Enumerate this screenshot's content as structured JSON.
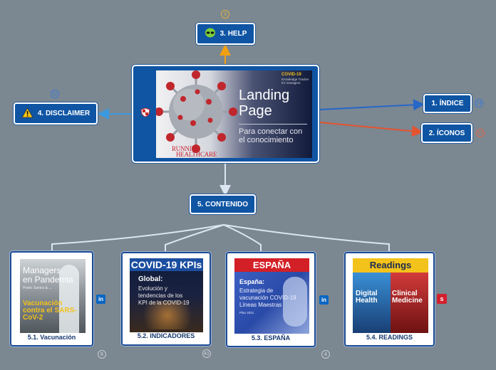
{
  "colors": {
    "background": "#7b8791",
    "node": "#0f55a4",
    "help_link": "#f2a012",
    "indice_link": "#2667c7",
    "iconos_link": "#e5532f",
    "disclaimer_link": "#3d9ae0",
    "tree_link": "#dbe6f2"
  },
  "center": {
    "hero": {
      "title_line1": "Landing",
      "title_line2": "Page",
      "subtitle_line1": "Para conectar con",
      "subtitle_line2": "el conocimiento",
      "corner_title": "COVID-19",
      "corner_text": "Knowledge Tracker for managers",
      "brand_line1": "RUNNING",
      "brand_line2": "HEALTHCARE"
    }
  },
  "help": {
    "label": "3. HELP",
    "icon": "alien-icon",
    "count": "3"
  },
  "disclaimer": {
    "label": "4. DISCLAIMER",
    "icon": "warning-icon",
    "count": "11"
  },
  "indice": {
    "label": "1. ÍNDICE",
    "count": "24"
  },
  "iconos": {
    "label": "2. ÍCONOS",
    "count": "21"
  },
  "contenido": {
    "label": "5. CONTENIDO"
  },
  "cards": [
    {
      "label": "5.1. Vacunación",
      "count": "8",
      "side_icon": "linkedin-icon",
      "img_title_line1": "Managers",
      "img_title_line2": "en Pandemia",
      "img_small": "Pedro Santos & ...",
      "img_sub_line1": "Vacunación",
      "img_sub_line2": "contra el SARS-",
      "img_sub_line3": "CoV-2"
    },
    {
      "label": "5.2. INDICADORES",
      "count": "41",
      "side_icon": "",
      "img_title": "COVID-19 KPIs",
      "img_sub_title": "Global:",
      "img_text_line1": "Evolución y",
      "img_text_line2": "tendencias de los",
      "img_text_line3": "KPI de la COVID-19"
    },
    {
      "label": "5.3. ESPAÑA",
      "count": "4",
      "side_icon": "linkedin-icon",
      "img_title": "ESPAÑA",
      "img_sub_title": "España:",
      "img_text_line1": "Estrategia de",
      "img_text_line2": "vacunación COVID-19",
      "img_text_line3": "Líneas Maestras",
      "img_small": "Plan 2021"
    },
    {
      "label": "5.4. READINGS",
      "count": "",
      "side_icon": "scribd-icon",
      "img_title": "Readings",
      "img_left_line1": "Digital",
      "img_left_line2": "Health",
      "img_right_line1": "Clinical",
      "img_right_line2": "Medicine"
    }
  ]
}
